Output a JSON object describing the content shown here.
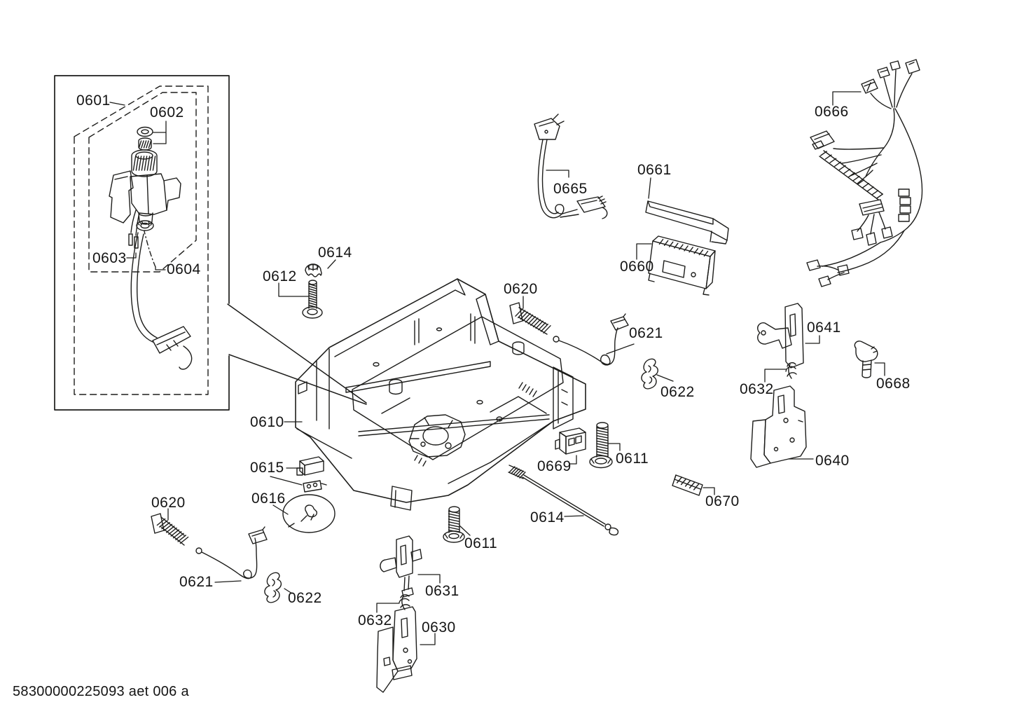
{
  "page": {
    "background": "#ffffff",
    "line_color": "#1d1d1b",
    "text_color": "#141414"
  },
  "footer": {
    "text": "58300000225093 aet 006 a"
  },
  "diagram": {
    "type": "exploded-parts-diagram",
    "callouts": [
      {
        "text": "0601",
        "part": "aquastop-valve-assembly"
      },
      {
        "text": "0602",
        "part": "washer-and-nut"
      },
      {
        "text": "0603",
        "part": "wire-terminals"
      },
      {
        "text": "0604",
        "part": "inlet-hose-with-connector"
      },
      {
        "text": "0612",
        "part": "fastening-screw"
      },
      {
        "text": "0614",
        "part": "cap-nut"
      },
      {
        "text": "0610",
        "part": "base-frame"
      },
      {
        "text": "0615",
        "part": "micro-switch"
      },
      {
        "text": "0616",
        "part": "cover-disc"
      },
      {
        "text": "0620",
        "part": "spring-top"
      },
      {
        "text": "0621",
        "part": "rope-cable-top"
      },
      {
        "text": "0622",
        "part": "rope-guide-top"
      },
      {
        "text": "0665",
        "part": "power-cord"
      },
      {
        "text": "0661",
        "part": "cover-strip"
      },
      {
        "text": "0660",
        "part": "control-module"
      },
      {
        "text": "0666",
        "part": "cable-harness"
      },
      {
        "text": "0641",
        "part": "hinge-lever-right"
      },
      {
        "text": "0632",
        "part": "clip-right"
      },
      {
        "text": "0668",
        "part": "plug-part"
      },
      {
        "text": "0640",
        "part": "mounting-bracket-right"
      },
      {
        "text": "0669",
        "part": "adjustment-block"
      },
      {
        "text": "0611",
        "part": "levelling-foot-right"
      },
      {
        "text": "0670",
        "part": "fixing-plate"
      },
      {
        "text": "0614",
        "part": "threaded-rod"
      },
      {
        "text": "0611",
        "part": "levelling-foot-center"
      },
      {
        "text": "0620",
        "part": "spring-left"
      },
      {
        "text": "0621",
        "part": "rope-cable-left"
      },
      {
        "text": "0622",
        "part": "rope-guide-left"
      },
      {
        "text": "0631",
        "part": "hinge-lever-left"
      },
      {
        "text": "0632",
        "part": "clip-left"
      },
      {
        "text": "0630",
        "part": "mounting-bracket-left"
      }
    ]
  }
}
